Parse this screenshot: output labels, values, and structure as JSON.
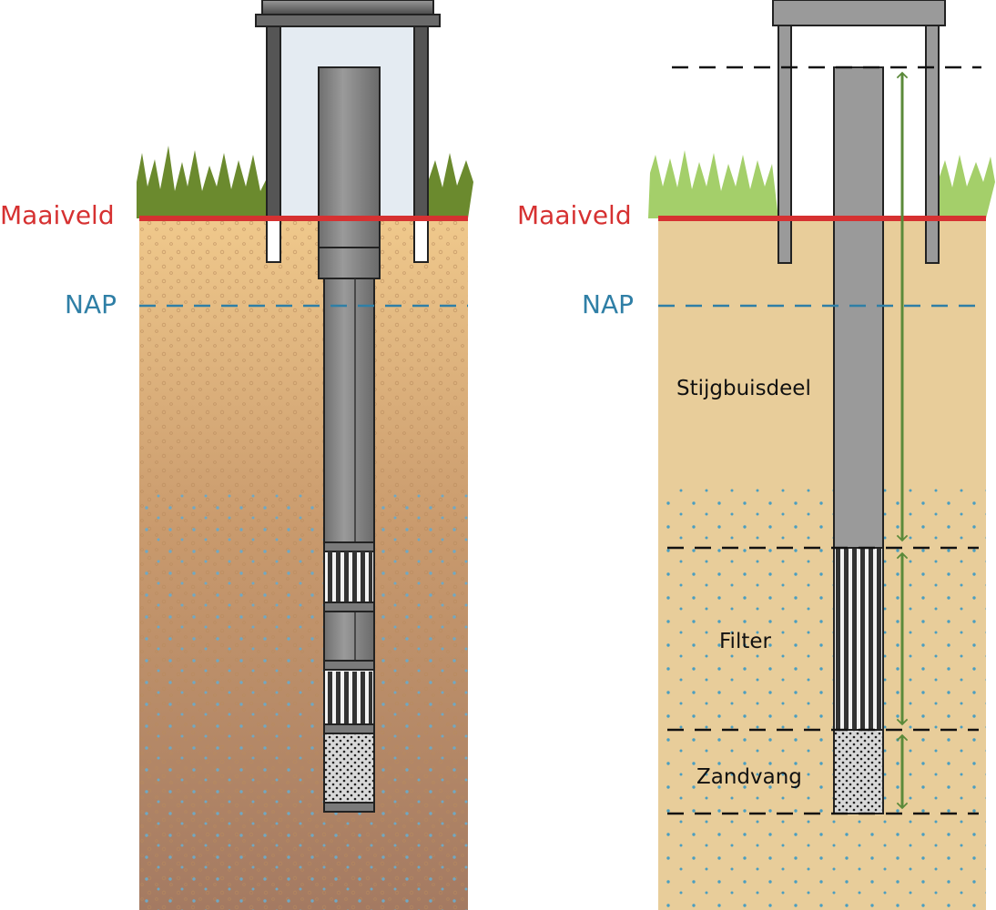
{
  "left_panel": {
    "ground_label": "Maaiveld",
    "nap_label": "NAP"
  },
  "right_panel": {
    "ground_label": "Maaiveld",
    "nap_label": "NAP",
    "sections": [
      "Stijgbuisdeel",
      "Filter",
      "Zandvang"
    ]
  },
  "colors": {
    "maaiveld_line": "#d63131",
    "nap_line": "#2f7fa6",
    "measure_arrow": "#5b8a3a",
    "pipe": "#8c8c8c",
    "sand_light": "#e8cd9a",
    "soil_dark": "#a87a5e"
  }
}
